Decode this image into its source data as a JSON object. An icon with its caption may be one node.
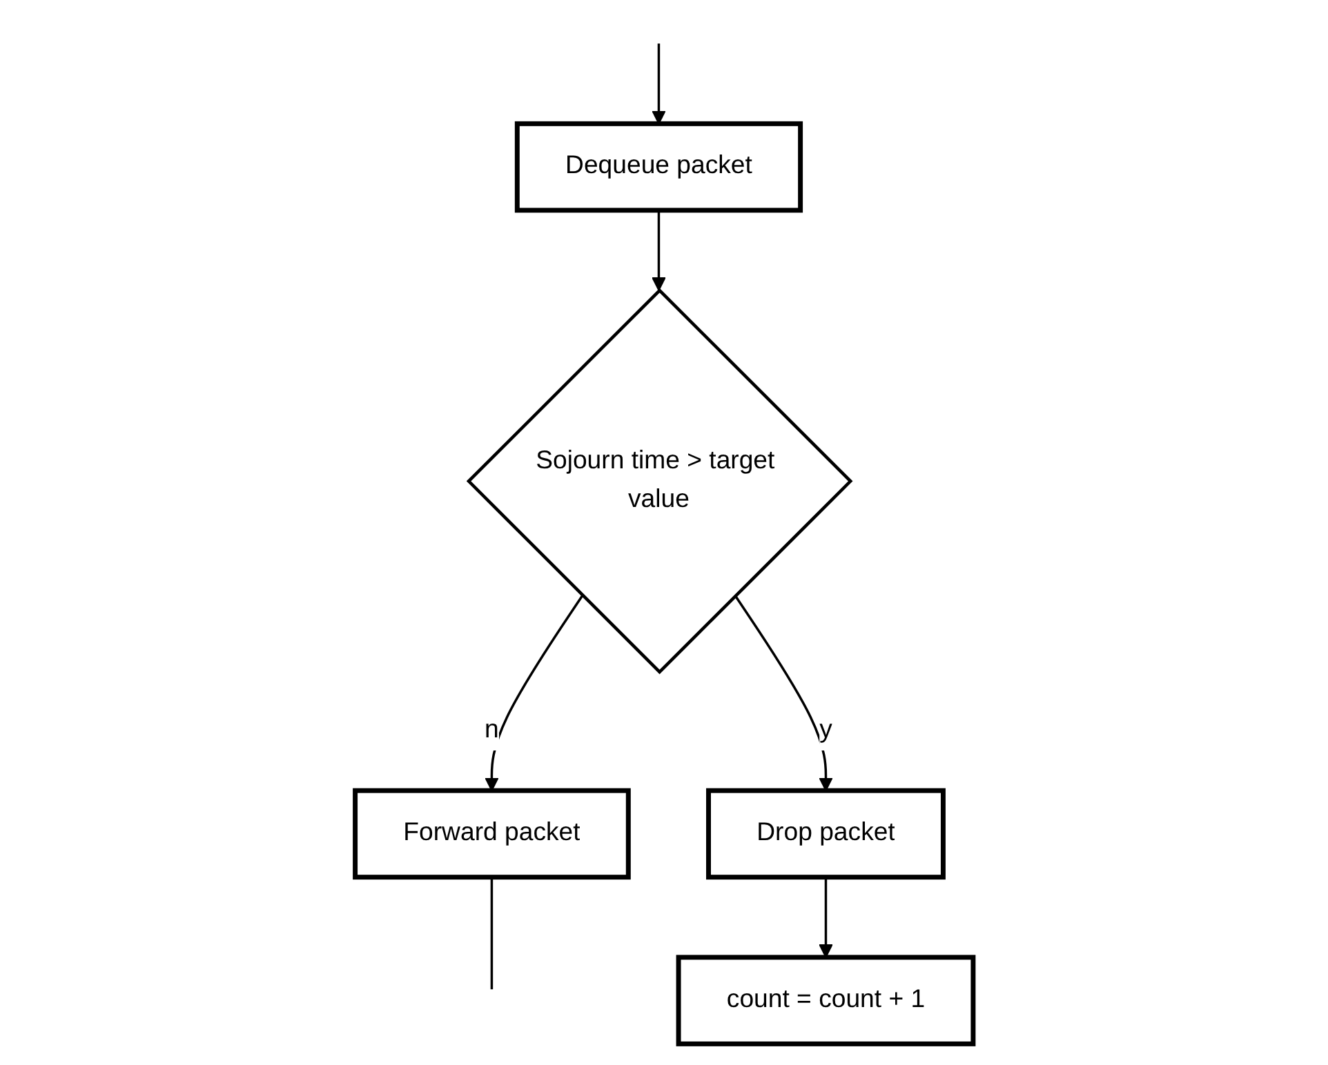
{
  "diagram": {
    "nodes": [
      {
        "text": [
          "Dequeue packet"
        ]
      },
      {
        "text": [
          "Sojourn time > target value"
        ]
      },
      {
        "text": [
          "Forward packet"
        ]
      },
      {
        "text": [
          "Drop packet"
        ]
      },
      {
        "text": [
          "count = count + 1"
        ]
      }
    ],
    "edges": [
      {
        "from": 0,
        "to": 1,
        "arrow": "to"
      },
      {
        "from": 1,
        "to": 2,
        "arrow": "to",
        "label": "n"
      },
      {
        "from": 1,
        "to": 3,
        "arrow": "to",
        "label": "y"
      },
      {
        "from": 3,
        "to": 4,
        "arrow": "to"
      },
      {
        "from": 2,
        "to": null,
        "arrow": "none"
      },
      {
        "from": null,
        "to": 0,
        "arrow": "to"
      }
    ]
  }
}
